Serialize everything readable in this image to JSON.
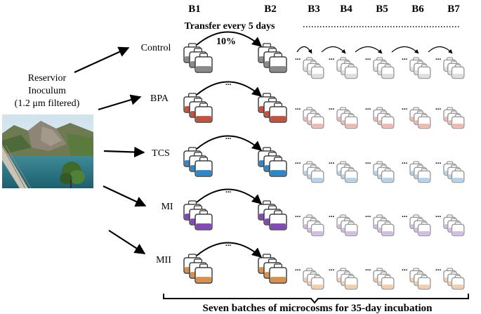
{
  "batch_headers": [
    "B1",
    "B2",
    "B3",
    "B4",
    "B5",
    "B6",
    "B7"
  ],
  "transfer_label": "Transfer every 5 days",
  "transfer_percent": "10%",
  "ellipsis": "...",
  "inoculum": {
    "line1": "Reservior",
    "line2": "Inoculum",
    "line3": "(1.2 μm filtered)"
  },
  "treatments": [
    {
      "label": "Control",
      "color": "#8a8a8a",
      "light": "#dedede"
    },
    {
      "label": "BPA",
      "color": "#c8503c",
      "light": "#f0b8ae"
    },
    {
      "label": "TCS",
      "color": "#2f86c9",
      "light": "#b2d3ee"
    },
    {
      "label": "MI",
      "color": "#8448b8",
      "light": "#d2bbe6"
    },
    {
      "label": "MII",
      "color": "#d9904a",
      "light": "#f4ceaa"
    }
  ],
  "footer": "Seven batches of microcosms for 35-day incubation"
}
